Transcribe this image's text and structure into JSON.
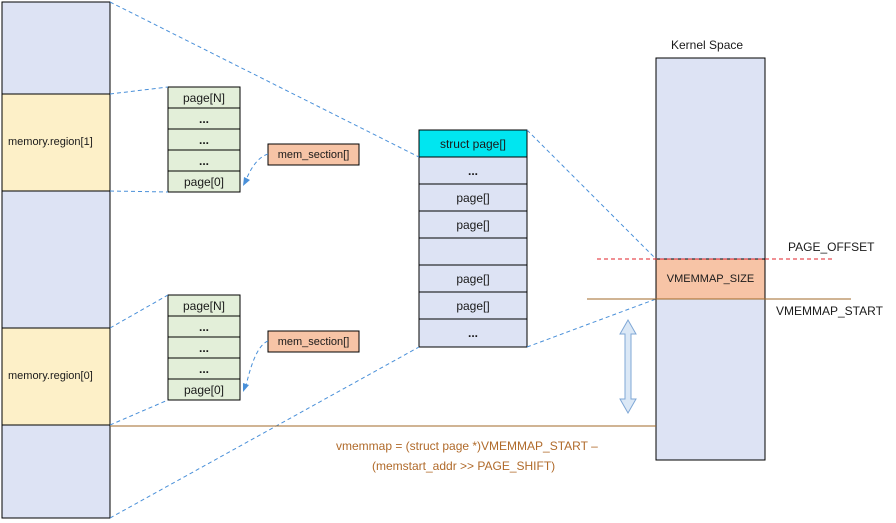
{
  "colors": {
    "memory_bg": "#dde3f4",
    "region_bg": "#fdf0c8",
    "page_cell_bg": "#e3efd9",
    "mem_section_bg": "#f7c4a6",
    "struct_page_header_bg": "#00e6f0",
    "struct_page_cell_bg": "#dde3f4",
    "vmemmap_size_bg": "#f7c4a6",
    "outline": "#000000",
    "dashed_blue": "#4a90d9",
    "dashed_red": "#e0202a",
    "brown_line": "#a06a28",
    "formula_text": "#b06a2a"
  },
  "memory": {
    "regions": [
      {
        "label": "memory.region[1]"
      },
      {
        "label": "memory.region[0]"
      }
    ]
  },
  "page_arrays": [
    {
      "cells": [
        "page[N]",
        "...",
        "...",
        "...",
        "page[0]"
      ],
      "mem_section": "mem_section[]"
    },
    {
      "cells": [
        "page[N]",
        "...",
        "...",
        "...",
        "page[0]"
      ],
      "mem_section": "mem_section[]"
    }
  ],
  "struct_page_array": {
    "header": "struct page[]",
    "cells": [
      "...",
      "page[]",
      "page[]",
      "",
      "page[]",
      "page[]",
      "..."
    ]
  },
  "kernel_space": {
    "title": "Kernel Space",
    "vmemmap_size": "VMEMMAP_SIZE",
    "page_offset": "PAGE_OFFSET",
    "vmemmap_start": "VMEMMAP_START"
  },
  "formula": {
    "line1": "vmemmap = (struct page *)VMEMMAP_START  –",
    "line2": "(memstart_addr >> PAGE_SHIFT)"
  }
}
